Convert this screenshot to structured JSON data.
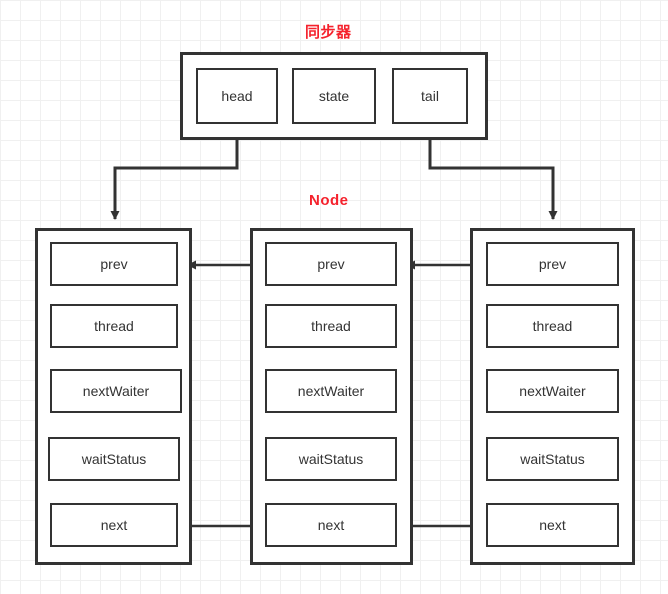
{
  "diagram": {
    "title_sync": "同步器",
    "title_node": "Node",
    "accent_color": "#f5222d",
    "stroke_color": "#333333",
    "background": "#ffffff",
    "grid_color": "#e6e6e6"
  },
  "synchronizer": {
    "label": "同步器",
    "fields": [
      {
        "name": "head",
        "label": "head"
      },
      {
        "name": "state",
        "label": "state"
      },
      {
        "name": "tail",
        "label": "tail"
      }
    ]
  },
  "node_label": "Node",
  "nodes": [
    {
      "id": "node1",
      "fields": [
        {
          "name": "prev",
          "label": "prev"
        },
        {
          "name": "thread",
          "label": "thread"
        },
        {
          "name": "nextWaiter",
          "label": "nextWaiter"
        },
        {
          "name": "waitStatus",
          "label": "waitStatus"
        },
        {
          "name": "next",
          "label": "next"
        }
      ]
    },
    {
      "id": "node2",
      "fields": [
        {
          "name": "prev",
          "label": "prev"
        },
        {
          "name": "thread",
          "label": "thread"
        },
        {
          "name": "nextWaiter",
          "label": "nextWaiter"
        },
        {
          "name": "waitStatus",
          "label": "waitStatus"
        },
        {
          "name": "next",
          "label": "next"
        }
      ]
    },
    {
      "id": "node3",
      "fields": [
        {
          "name": "prev",
          "label": "prev"
        },
        {
          "name": "thread",
          "label": "thread"
        },
        {
          "name": "nextWaiter",
          "label": "nextWaiter"
        },
        {
          "name": "waitStatus",
          "label": "waitStatus"
        },
        {
          "name": "next",
          "label": "next"
        }
      ]
    }
  ],
  "connections": [
    {
      "name": "head-to-node1",
      "from": "synchronizer.head",
      "to": "node1",
      "direction": "down"
    },
    {
      "name": "tail-to-node3",
      "from": "synchronizer.tail",
      "to": "node3",
      "direction": "down"
    },
    {
      "name": "node2-prev-to-node1",
      "from": "node2.prev",
      "to": "node1.prev",
      "direction": "left"
    },
    {
      "name": "node3-prev-to-node2",
      "from": "node3.prev",
      "to": "node2.prev",
      "direction": "left"
    },
    {
      "name": "node1-next-to-node2",
      "from": "node1.next",
      "to": "node2.next",
      "direction": "right"
    },
    {
      "name": "node2-next-to-node3",
      "from": "node2.next",
      "to": "node3.next",
      "direction": "right"
    }
  ]
}
